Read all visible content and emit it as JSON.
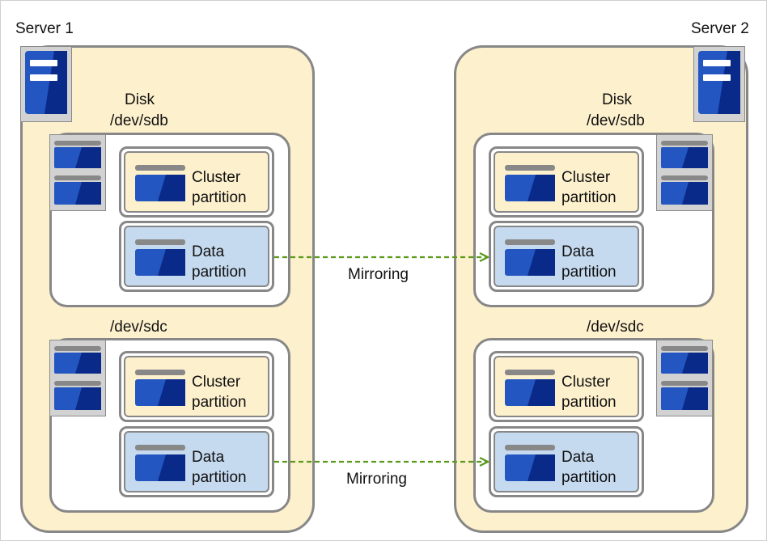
{
  "servers": [
    {
      "title": "Server 1",
      "disks": [
        {
          "label_line1": "Disk",
          "label_line2": "/dev/sdb",
          "cluster": {
            "line1": "Cluster",
            "line2": "partition"
          },
          "data": {
            "line1": "Data",
            "line2": "partition"
          }
        },
        {
          "label_line1": "",
          "label_line2": "/dev/sdc",
          "cluster": {
            "line1": "Cluster",
            "line2": "partition"
          },
          "data": {
            "line1": "Data",
            "line2": "partition"
          }
        }
      ]
    },
    {
      "title": "Server 2",
      "disks": [
        {
          "label_line1": "Disk",
          "label_line2": "/dev/sdb",
          "cluster": {
            "line1": "Cluster",
            "line2": "partition"
          },
          "data": {
            "line1": "Data",
            "line2": "partition"
          }
        },
        {
          "label_line1": "",
          "label_line2": "/dev/sdc",
          "cluster": {
            "line1": "Cluster",
            "line2": "partition"
          },
          "data": {
            "line1": "Data",
            "line2": "partition"
          }
        }
      ]
    }
  ],
  "mirroring": [
    "Mirroring",
    "Mirroring"
  ],
  "colors": {
    "server_fill": "#fdf0cd",
    "cluster_fill": "#fdf0cd",
    "data_fill": "#c5d9ef",
    "border": "#878787",
    "icon_blue": "#2356c0",
    "icon_dark": "#0a2a8a",
    "arrow": "#5a9a1a"
  }
}
